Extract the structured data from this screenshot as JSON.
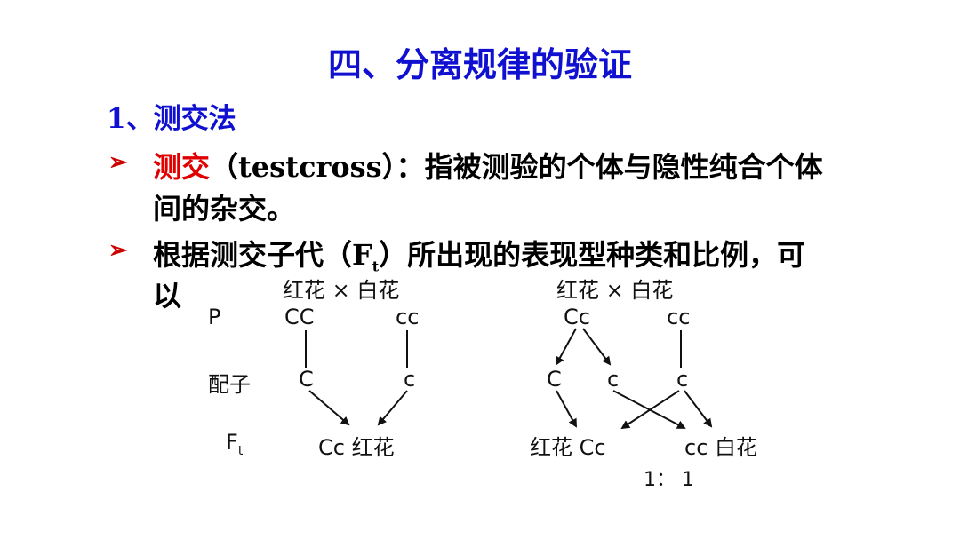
{
  "title": "四、分离规律的验证",
  "subtitle": "1、测交法",
  "bullets": [
    {
      "marker": "➢",
      "term": "测交",
      "text1": "（testcross）：指被测验的个体与隐性纯合个体",
      "text2": "间的杂交。"
    },
    {
      "marker": "➢",
      "text1a": "根据测交子代（F",
      "text1_sub": "t",
      "text1b": "）所出现的表现型种类和比例，可",
      "text2": "以"
    }
  ],
  "diagram": {
    "left": {
      "cross": "红花 × 白花",
      "p_label": "P",
      "parent1": "CC",
      "parent2": "cc",
      "gamete_label": "配子",
      "gamete1": "C",
      "gamete2": "c",
      "offspring_label_main": "F",
      "offspring_label_sub": "t",
      "offspring": "Cc 红花"
    },
    "right": {
      "cross": "红花 × 白花",
      "parent1": "Cc",
      "parent2": "cc",
      "gamete1": "C",
      "gamete2": "c",
      "gamete3": "c",
      "offspring1": "红花 Cc",
      "offspring2": "cc 白花",
      "ratio": "1： 1"
    }
  }
}
